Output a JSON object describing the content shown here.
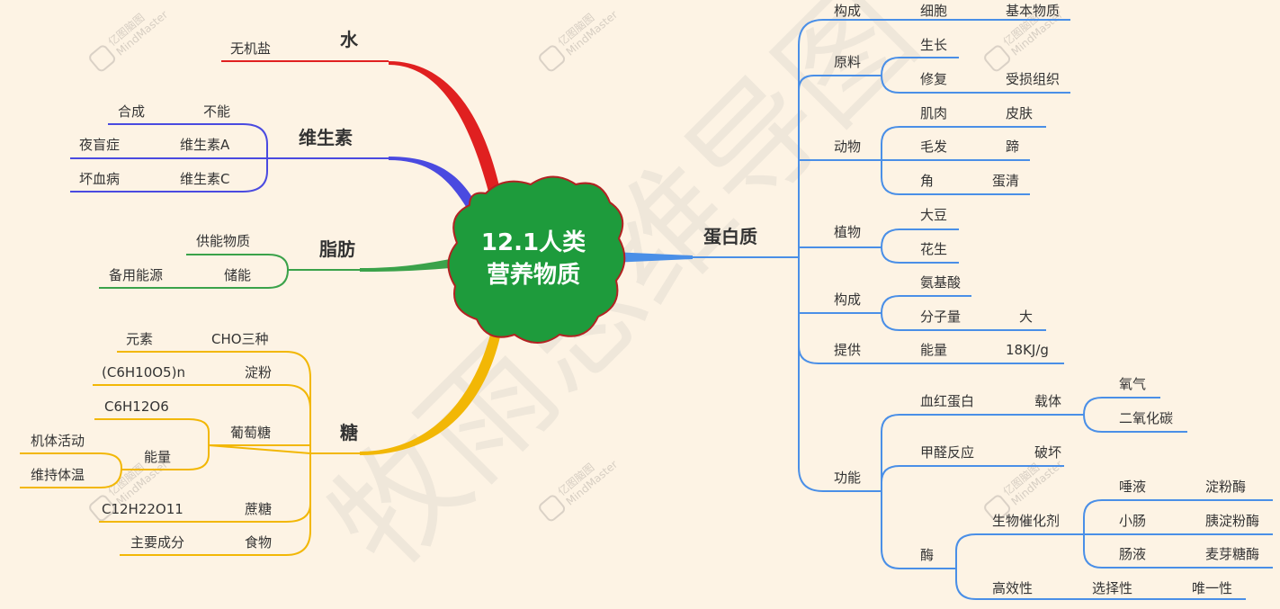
{
  "center": {
    "line1": "12.1人类",
    "line2": "营养物质"
  },
  "watermark": {
    "big_text": "牧雨思维导图",
    "brand_cn": "亿图脑图",
    "brand_en": "MindMaster"
  },
  "colors": {
    "background": "#fdf3e4",
    "center_fill": "#1e9b3c",
    "center_border": "#b22222",
    "water": "#e02020",
    "vitamin": "#4a4ae0",
    "fat": "#3aa24a",
    "sugar": "#f2b705",
    "protein": "#4a8fe7"
  },
  "left": {
    "water": {
      "title": "水",
      "items": [
        "无机盐"
      ]
    },
    "vitamin": {
      "title": "维生素",
      "rows": [
        {
          "a": "合成",
          "b": "不能"
        },
        {
          "a": "夜盲症",
          "b": "维生素A"
        },
        {
          "a": "坏血病",
          "b": "维生素C"
        }
      ]
    },
    "fat": {
      "title": "脂肪",
      "rows": [
        {
          "a": "",
          "b": "供能物质"
        },
        {
          "a": "备用能源",
          "b": "储能"
        }
      ]
    },
    "sugar": {
      "title": "糖",
      "element": {
        "a": "元素",
        "b": "CHO三种"
      },
      "starch": {
        "a": "(C6H10O5)n",
        "b": "淀粉"
      },
      "glucose": {
        "label": "葡萄糖",
        "formula": "C6H12O6",
        "energy": "能量",
        "uses": [
          "机体活动",
          "维持体温"
        ]
      },
      "sucrose": {
        "a": "C12H22O11",
        "b": "蔗糖"
      },
      "food": {
        "a": "主要成分",
        "b": "食物"
      }
    }
  },
  "protein": {
    "title": "蛋白质",
    "composition": {
      "label": "构成",
      "a": "细胞",
      "b": "基本物质"
    },
    "material": {
      "label": "原料",
      "items": [
        {
          "a": "生长",
          "b": ""
        },
        {
          "a": "修复",
          "b": "受损组织"
        }
      ]
    },
    "animal": {
      "label": "动物",
      "rows": [
        {
          "a": "肌肉",
          "b": "皮肤"
        },
        {
          "a": "毛发",
          "b": "蹄"
        },
        {
          "a": "角",
          "b": "蛋清"
        }
      ]
    },
    "plant": {
      "label": "植物",
      "items": [
        "大豆",
        "花生"
      ]
    },
    "structure": {
      "label": "构成",
      "rows": [
        {
          "a": "氨基酸",
          "b": ""
        },
        {
          "a": "分子量",
          "b": "大"
        }
      ]
    },
    "supply": {
      "label": "提供",
      "a": "能量",
      "b": "18KJ/g"
    },
    "function": {
      "label": "功能",
      "hemoglobin": {
        "label": "血红蛋白",
        "role": "载体",
        "items": [
          "氧气",
          "二氧化碳"
        ]
      },
      "formaldehyde": {
        "label": "甲醛反应",
        "role": "破坏"
      },
      "enzyme": {
        "label": "酶",
        "catalyst": {
          "label": "生物催化剂",
          "rows": [
            {
              "a": "唾液",
              "b": "淀粉酶"
            },
            {
              "a": "小肠",
              "b": "胰淀粉酶"
            },
            {
              "a": "肠液",
              "b": "麦芽糖酶"
            }
          ]
        },
        "traits": [
          "高效性",
          "选择性",
          "唯一性"
        ]
      }
    }
  }
}
